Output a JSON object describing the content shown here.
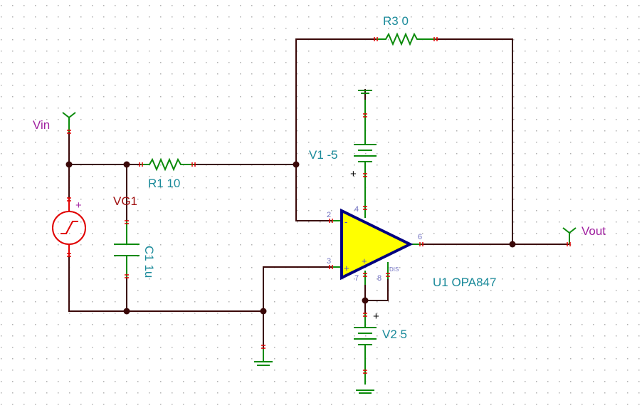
{
  "labels": {
    "vin": "Vin",
    "vout": "Vout",
    "vg1": "VG1",
    "r1": "R1 10",
    "r3": "R3 0",
    "c1": "C1 1u",
    "v1": "V1 -5",
    "v2": "V2 5",
    "u1": "U1 OPA847",
    "plus": "+"
  },
  "pins": {
    "inv": "2",
    "noninv": "3",
    "vneg_top": "4",
    "vpos_bottom": "7",
    "out": "6",
    "dis_num": "8",
    "dis": "DIS"
  },
  "opamp_signs": {
    "minus": "-",
    "plus": "+"
  },
  "colors": {
    "wire": "#3a0808",
    "lead": "#0a8a0a",
    "source": "#e00000",
    "opamp_fill": "#ffff00",
    "opamp_outline": "#000080",
    "label": "#1a8a9a",
    "probe_label": "#a020a0"
  }
}
